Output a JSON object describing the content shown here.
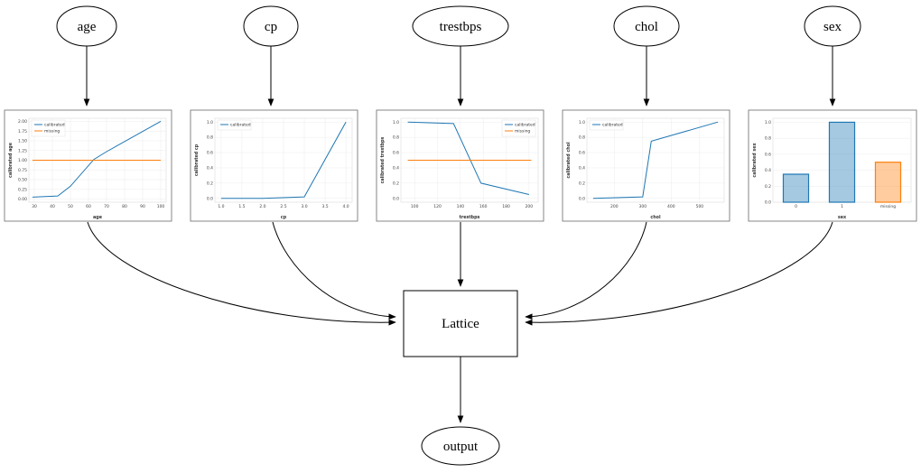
{
  "diagram": {
    "nodes": {
      "age": {
        "label": "age"
      },
      "cp": {
        "label": "cp"
      },
      "trestbps": {
        "label": "trestbps"
      },
      "chol": {
        "label": "chol"
      },
      "sex": {
        "label": "sex"
      },
      "lattice": {
        "label": "Lattice"
      },
      "output": {
        "label": "output"
      }
    },
    "edges": [
      {
        "from": "age",
        "to": "age-calibration-plot"
      },
      {
        "from": "cp",
        "to": "cp-calibration-plot"
      },
      {
        "from": "trestbps",
        "to": "trestbps-calibration-plot"
      },
      {
        "from": "chol",
        "to": "chol-calibration-plot"
      },
      {
        "from": "sex",
        "to": "sex-calibration-plot"
      },
      {
        "from": "age-calibration-plot",
        "to": "lattice"
      },
      {
        "from": "cp-calibration-plot",
        "to": "lattice"
      },
      {
        "from": "trestbps-calibration-plot",
        "to": "lattice"
      },
      {
        "from": "chol-calibration-plot",
        "to": "lattice"
      },
      {
        "from": "sex-calibration-plot",
        "to": "lattice"
      },
      {
        "from": "lattice",
        "to": "output"
      }
    ]
  },
  "colors": {
    "calibrated": "#1f77b4",
    "missing": "#ff7f0e",
    "edge": "#000000"
  },
  "chart_data": [
    {
      "type": "line",
      "title": "",
      "xlabel": "age",
      "ylabel": "calibrated age",
      "xlim": [
        27,
        103
      ],
      "ylim": [
        -0.08,
        2.08
      ],
      "xticks": [
        30,
        40,
        50,
        60,
        70,
        80,
        90,
        100
      ],
      "xtick_labels": [
        "30",
        "40",
        "50",
        "60",
        "70",
        "80",
        "90",
        "100"
      ],
      "yticks": [
        0.0,
        0.25,
        0.5,
        0.75,
        1.0,
        1.25,
        1.5,
        1.75,
        2.0
      ],
      "ytick_labels": [
        "0.00",
        "0.25",
        "0.50",
        "0.75",
        "1.00",
        "1.25",
        "1.50",
        "1.75",
        "2.00"
      ],
      "legend_loc": "upper-left",
      "series": [
        {
          "name": "calibrated",
          "color": "#1f77b4",
          "points": [
            [
              29,
              0.05
            ],
            [
              43,
              0.08
            ],
            [
              50,
              0.33
            ],
            [
              63,
              1.02
            ],
            [
              70,
              1.22
            ],
            [
              100,
              2.0
            ]
          ]
        },
        {
          "name": "missing",
          "color": "#ff7f0e",
          "points": [
            [
              29,
              1.0
            ],
            [
              100,
              1.0
            ]
          ]
        }
      ]
    },
    {
      "type": "line",
      "title": "",
      "xlabel": "cp",
      "ylabel": "calibrated cp",
      "xlim": [
        0.85,
        4.15
      ],
      "ylim": [
        -0.05,
        1.05
      ],
      "xticks": [
        1.0,
        1.5,
        2.0,
        2.5,
        3.0,
        3.5,
        4.0
      ],
      "xtick_labels": [
        "1.0",
        "1.5",
        "2.0",
        "2.5",
        "3.0",
        "3.5",
        "4.0"
      ],
      "yticks": [
        0.0,
        0.2,
        0.4,
        0.6,
        0.8,
        1.0
      ],
      "ytick_labels": [
        "0.0",
        "0.2",
        "0.4",
        "0.6",
        "0.8",
        "1.0"
      ],
      "legend_loc": "upper-left",
      "series": [
        {
          "name": "calibrated",
          "color": "#1f77b4",
          "points": [
            [
              1.0,
              0.0
            ],
            [
              2.0,
              0.0
            ],
            [
              3.0,
              0.02
            ],
            [
              4.0,
              1.0
            ]
          ]
        }
      ]
    },
    {
      "type": "line",
      "title": "",
      "xlabel": "trestbps",
      "ylabel": "calibrated trestbps",
      "xlim": [
        88,
        208
      ],
      "ylim": [
        -0.05,
        1.05
      ],
      "xticks": [
        100,
        120,
        140,
        160,
        180,
        200
      ],
      "xtick_labels": [
        "100",
        "120",
        "140",
        "160",
        "180",
        "200"
      ],
      "yticks": [
        0.0,
        0.2,
        0.4,
        0.6,
        0.8,
        1.0
      ],
      "ytick_labels": [
        "0.0",
        "0.2",
        "0.4",
        "0.6",
        "0.8",
        "1.0"
      ],
      "legend_loc": "upper-right",
      "series": [
        {
          "name": "calibrated",
          "color": "#1f77b4",
          "points": [
            [
              94,
              1.0
            ],
            [
              134,
              0.98
            ],
            [
              158,
              0.2
            ],
            [
              200,
              0.05
            ]
          ]
        },
        {
          "name": "missing",
          "color": "#ff7f0e",
          "points": [
            [
              94,
              0.5
            ],
            [
              202,
              0.5
            ]
          ]
        }
      ]
    },
    {
      "type": "line",
      "title": "",
      "xlabel": "chol",
      "ylabel": "calibrated chol",
      "xlim": [
        104,
        586
      ],
      "ylim": [
        -0.05,
        1.05
      ],
      "xticks": [
        200,
        300,
        400,
        500
      ],
      "xtick_labels": [
        "200",
        "300",
        "400",
        "500"
      ],
      "yticks": [
        0.0,
        0.2,
        0.4,
        0.6,
        0.8,
        1.0
      ],
      "ytick_labels": [
        "0.0",
        "0.2",
        "0.4",
        "0.6",
        "0.8",
        "1.0"
      ],
      "legend_loc": "upper-left",
      "series": [
        {
          "name": "calibrated",
          "color": "#1f77b4",
          "points": [
            [
              126,
              0.0
            ],
            [
              300,
              0.02
            ],
            [
              330,
              0.75
            ],
            [
              564,
              1.0
            ]
          ]
        }
      ]
    },
    {
      "type": "bar",
      "title": "",
      "xlabel": "sex",
      "ylabel": "calibrated sex",
      "categories": [
        "0",
        "1",
        "missing"
      ],
      "values": [
        0.35,
        1.0,
        0.5
      ],
      "bar_colors": [
        "#1f77b4",
        "#1f77b4",
        "#ff7f0e"
      ],
      "bar_fills": [
        "rgba(31,119,180,0.4)",
        "rgba(31,119,180,0.4)",
        "rgba(255,127,14,0.4)"
      ],
      "ylim": [
        0,
        1.05
      ],
      "yticks": [
        0.0,
        0.2,
        0.4,
        0.6,
        0.8,
        1.0
      ],
      "ytick_labels": [
        "0.0",
        "0.2",
        "0.4",
        "0.6",
        "0.8",
        "1.0"
      ]
    }
  ]
}
